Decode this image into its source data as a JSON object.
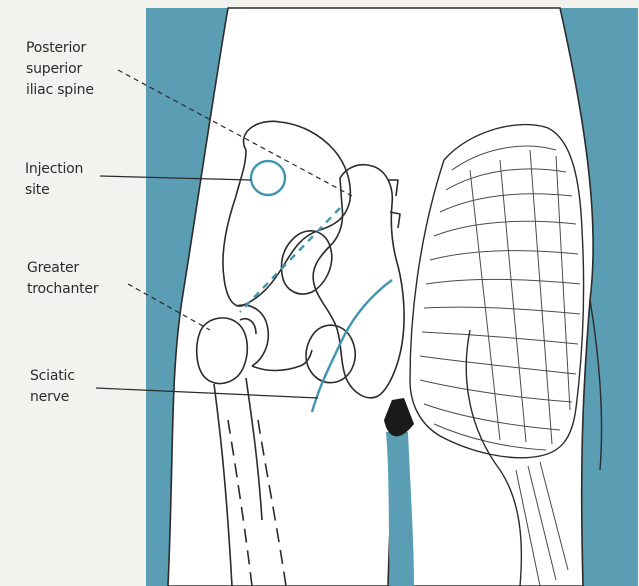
{
  "labels": {
    "posterior_superior_iliac_spine": "Posterior\nsuperior\niliac spine",
    "injection_site": "Injection\nsite",
    "greater_trochanter": "Greater\ntrochanter",
    "sciatic_nerve": "Sciatic\nnerve"
  },
  "colors": {
    "background_panel": "#5b9db3",
    "accent_blue": "#3f96b0",
    "line_art": "#2b2b2b",
    "page_edge": "#f3f2ee"
  }
}
